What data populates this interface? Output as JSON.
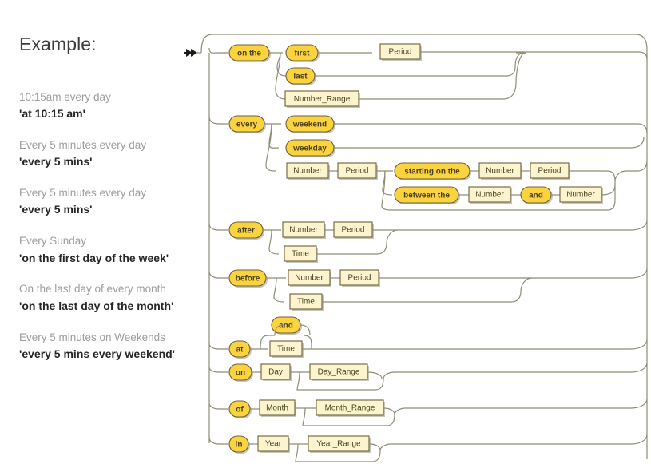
{
  "examples": {
    "title": "Example:",
    "items": [
      {
        "description": "10:15am every day",
        "expression": "'at 10:15 am'"
      },
      {
        "description": "Every 5 minutes every day",
        "expression": "'every 5 mins'"
      },
      {
        "description": "Every 5 minutes every day",
        "expression": "'every 5 mins'"
      },
      {
        "description": "Every Sunday",
        "expression": "'on the first day of the week'"
      },
      {
        "description": "On the last day of every month",
        "expression": "'on the last day of the month'"
      },
      {
        "description": "Every 5 minutes on Weekends",
        "expression": "'every 5 mins every weekend'"
      }
    ]
  },
  "diagram": {
    "type": "railroad-syntax-diagram",
    "entry_marker": "double-arrow",
    "colors": {
      "terminal_fill": "#fbd33f",
      "nonterminal_fill": "#fcf4ce",
      "box_stroke": "#6d6239",
      "rail_stroke": "#8f8c75",
      "terminal_text": "#4a3f1c",
      "nonterminal_text": "#4a431c"
    },
    "nodes": {
      "on_the": {
        "label": "on the",
        "kind": "terminal"
      },
      "first": {
        "label": "first",
        "kind": "terminal"
      },
      "last": {
        "label": "last",
        "kind": "terminal"
      },
      "number_range": {
        "label": "Number_Range",
        "kind": "nonterminal"
      },
      "period_1": {
        "label": "Period",
        "kind": "nonterminal"
      },
      "every": {
        "label": "every",
        "kind": "terminal"
      },
      "weekend": {
        "label": "weekend",
        "kind": "terminal"
      },
      "weekday": {
        "label": "weekday",
        "kind": "terminal"
      },
      "number_2": {
        "label": "Number",
        "kind": "nonterminal"
      },
      "period_2": {
        "label": "Period",
        "kind": "nonterminal"
      },
      "starting_on_the": {
        "label": "starting on the",
        "kind": "terminal"
      },
      "number_3": {
        "label": "Number",
        "kind": "nonterminal"
      },
      "period_3": {
        "label": "Period",
        "kind": "nonterminal"
      },
      "between_the": {
        "label": "between the",
        "kind": "terminal"
      },
      "number_4": {
        "label": "Number",
        "kind": "nonterminal"
      },
      "and_1": {
        "label": "and",
        "kind": "terminal"
      },
      "number_5": {
        "label": "Number",
        "kind": "nonterminal"
      },
      "after": {
        "label": "after",
        "kind": "terminal"
      },
      "number_6": {
        "label": "Number",
        "kind": "nonterminal"
      },
      "period_4": {
        "label": "Period",
        "kind": "nonterminal"
      },
      "time_1": {
        "label": "Time",
        "kind": "nonterminal"
      },
      "before": {
        "label": "before",
        "kind": "terminal"
      },
      "number_7": {
        "label": "Number",
        "kind": "nonterminal"
      },
      "period_5": {
        "label": "Period",
        "kind": "nonterminal"
      },
      "time_2": {
        "label": "Time",
        "kind": "nonterminal"
      },
      "and_2": {
        "label": "and",
        "kind": "terminal"
      },
      "at": {
        "label": "at",
        "kind": "terminal"
      },
      "time_3": {
        "label": "Time",
        "kind": "nonterminal"
      },
      "on": {
        "label": "on",
        "kind": "terminal"
      },
      "day": {
        "label": "Day",
        "kind": "nonterminal"
      },
      "day_range": {
        "label": "Day_Range",
        "kind": "nonterminal"
      },
      "of": {
        "label": "of",
        "kind": "terminal"
      },
      "month": {
        "label": "Month",
        "kind": "nonterminal"
      },
      "month_range": {
        "label": "Month_Range",
        "kind": "nonterminal"
      },
      "in": {
        "label": "in",
        "kind": "terminal"
      },
      "year": {
        "label": "Year",
        "kind": "nonterminal"
      },
      "year_range": {
        "label": "Year_Range",
        "kind": "nonterminal"
      }
    },
    "branches": [
      "on the (first | last | Number_Range) Period",
      "every (weekend | weekday | Number Period [starting on the Number Period | between the Number and Number])",
      "after (Number Period | Time)",
      "before (Number Period | Time)",
      "at [and] Time",
      "on Day [Day_Range]",
      "of Month [Month_Range]",
      "in Year [Year_Range]"
    ]
  }
}
